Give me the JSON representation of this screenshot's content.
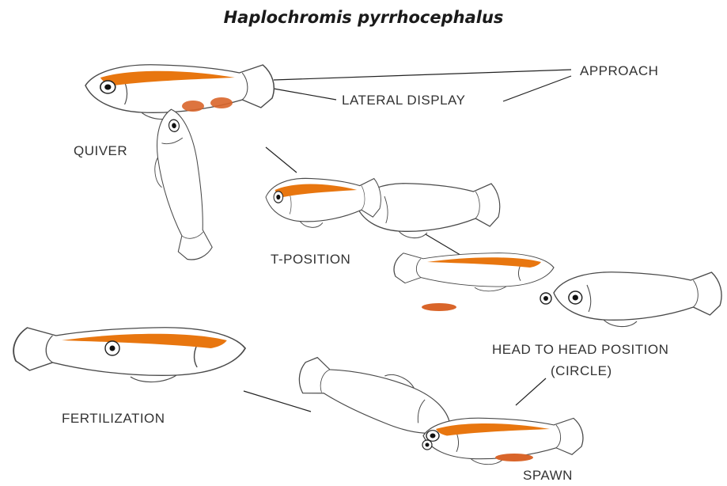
{
  "title": "Haplochromis pyrrhocephalus",
  "labels": {
    "approach": "APPROACH",
    "lateral_display": "LATERAL DISPLAY",
    "quiver": "QUIVER",
    "t_position": "T-POSITION",
    "head_to_head": "HEAD TO HEAD POSITION",
    "circle": "(CIRCLE)",
    "fertilization": "FERTILIZATION",
    "spawn": "SPAWN"
  },
  "colors": {
    "male_stripe": "#e8760f",
    "egg_spot": "#d9652a",
    "outline": "#4a4a4a"
  }
}
